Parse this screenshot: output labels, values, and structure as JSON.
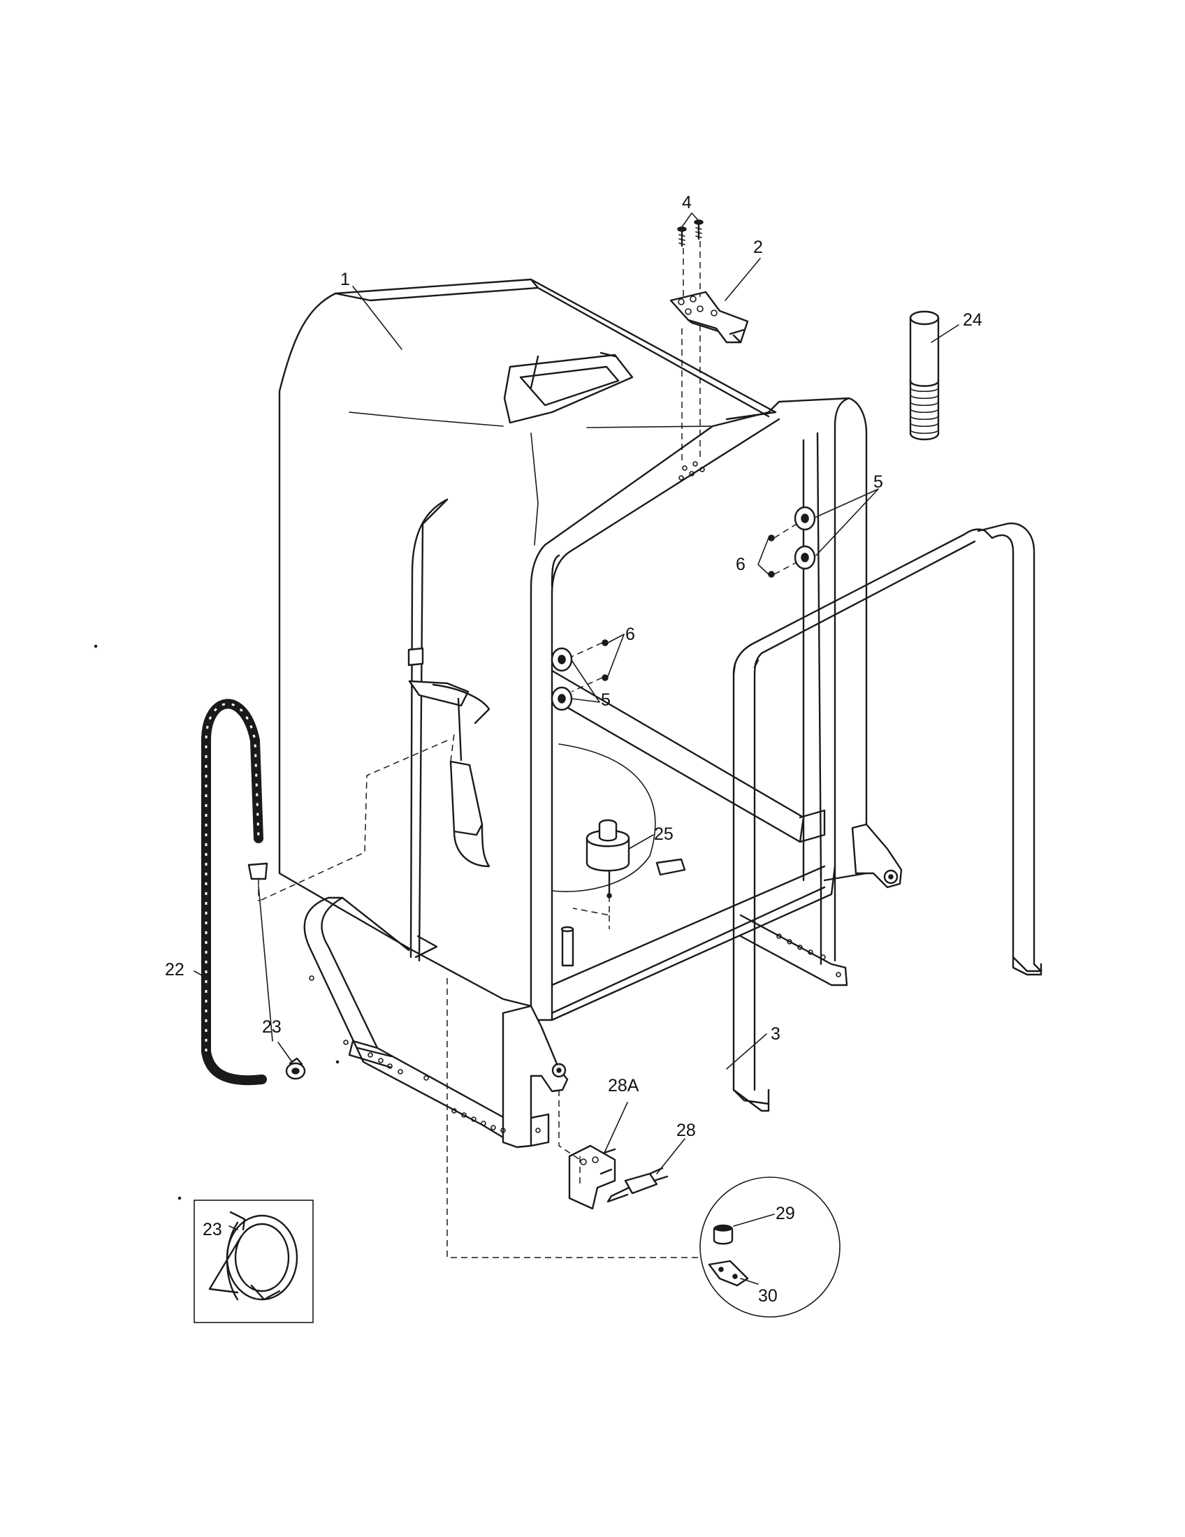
{
  "callouts": {
    "c1": "1",
    "c2": "2",
    "c3": "3",
    "c4": "4",
    "c5a": "5",
    "c5b": "5",
    "c6a": "6",
    "c6b": "6",
    "c22": "22",
    "c23a": "23",
    "c23b": "23",
    "c24": "24",
    "c25": "25",
    "c28": "28",
    "c28a": "28A",
    "c29": "29",
    "c30": "30"
  }
}
